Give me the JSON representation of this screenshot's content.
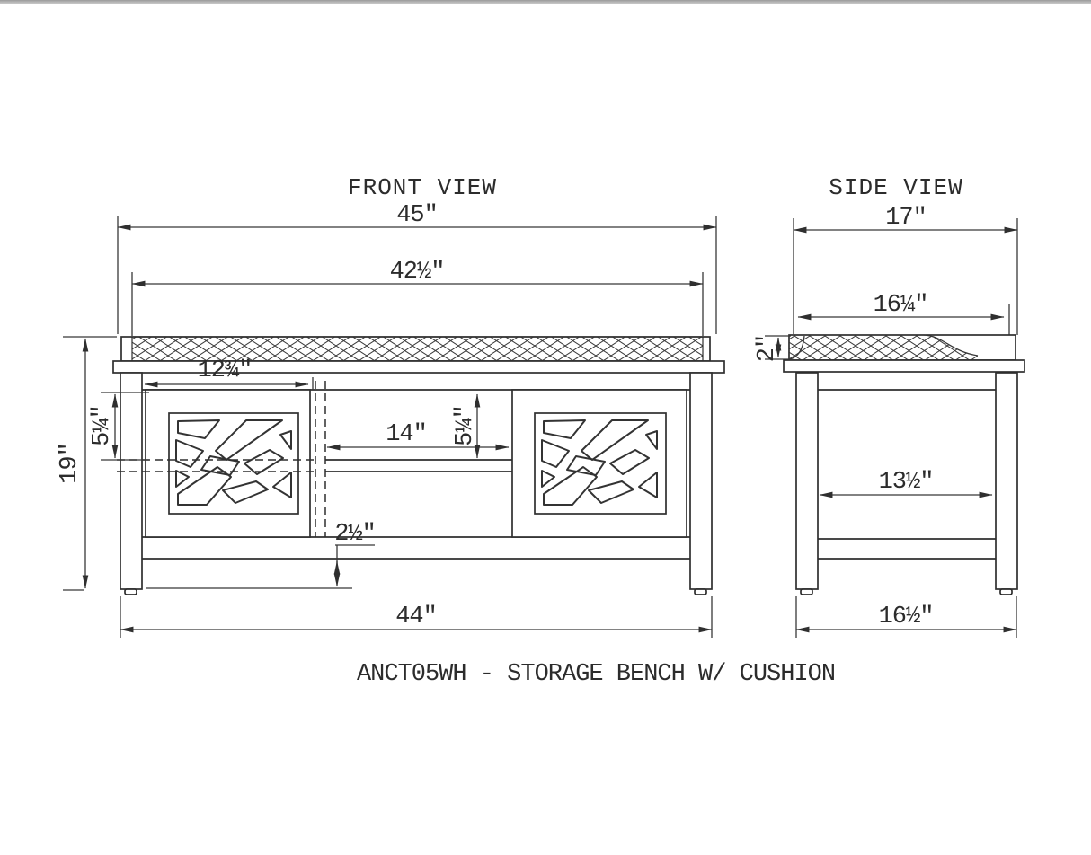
{
  "colors": {
    "ink": "#2f2f2f",
    "background": "#ffffff"
  },
  "front_view": {
    "title": "FRONT VIEW",
    "dimensions": {
      "overall_width": "45\"",
      "cushion_width": "42½\"",
      "left_section_width": "12¾\"",
      "opening_width": "14\"",
      "opening_height_left": "5¼\"",
      "opening_height_right": "5¼\"",
      "overall_height": "19\"",
      "bottom_clearance": "2½\"",
      "base_width": "44\""
    }
  },
  "side_view": {
    "title": "SIDE VIEW",
    "dimensions": {
      "overall_depth": "17\"",
      "cushion_depth": "16¼\"",
      "cushion_thickness": "2\"",
      "inner_depth": "13½\"",
      "base_depth": "16½\""
    }
  },
  "caption": "ANCT05WH - STORAGE BENCH W/ CUSHION"
}
